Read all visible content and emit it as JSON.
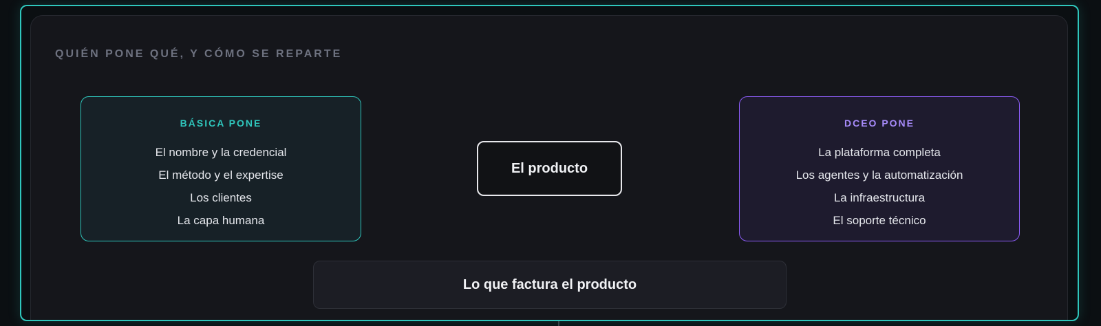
{
  "section_title": "QUIÉN PONE QUÉ, Y CÓMO SE REPARTE",
  "left_box": {
    "title": "BÁSICA PONE",
    "items": [
      "El nombre y la credencial",
      "El método y el expertise",
      "Los clientes",
      "La capa humana"
    ]
  },
  "right_box": {
    "title": "DCEO PONE",
    "items": [
      "La plataforma completa",
      "Los agentes y la automatización",
      "La infraestructura",
      "El soporte técnico"
    ]
  },
  "center_node": "El producto",
  "bottom_node": "Lo que factura el producto",
  "colors": {
    "accent_teal": "#2fc7bd",
    "accent_purple": "#8b5cf6",
    "connector_gray": "#4a4d57"
  }
}
